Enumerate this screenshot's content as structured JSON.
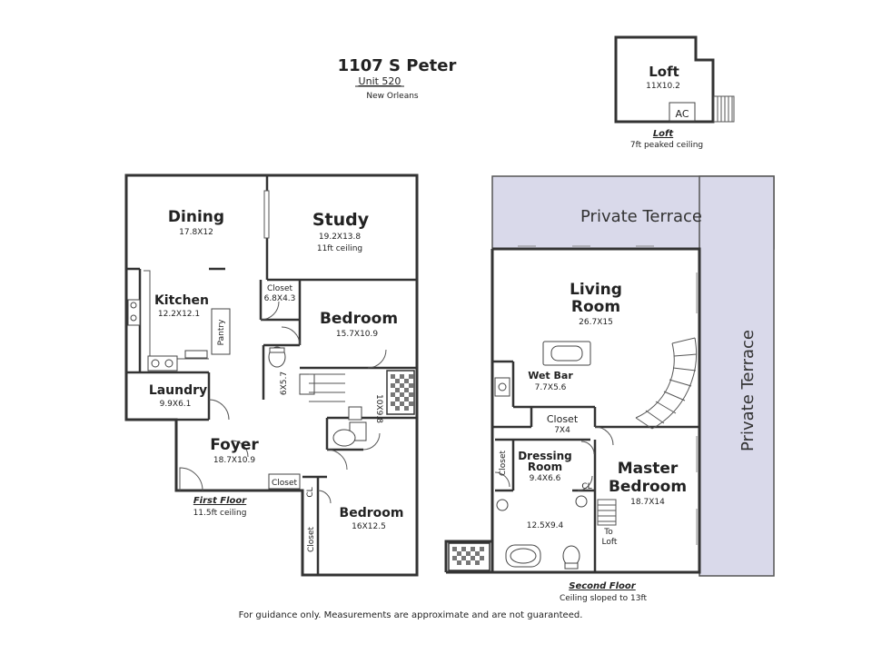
{
  "header": {
    "address": "1107 S Peter",
    "unit": "Unit 520",
    "city": "New Orleans"
  },
  "loft": {
    "name": "Loft",
    "dims": "11X10.2",
    "ac": "AC",
    "caption": "Loft",
    "ceiling": "7ft peaked ceiling"
  },
  "first_floor": {
    "caption": "First Floor",
    "ceiling": "11.5ft ceiling",
    "rooms": {
      "dining": {
        "name": "Dining",
        "dims": "17.8X12"
      },
      "study": {
        "name": "Study",
        "dims": "19.2X13.8",
        "note": "11ft ceiling"
      },
      "closet_a": {
        "name": "Closet",
        "dims": "6.8X4.3"
      },
      "kitchen": {
        "name": "Kitchen",
        "dims": "12.2X12.1"
      },
      "pantry": {
        "name": "Pantry"
      },
      "bedroom_a": {
        "name": "Bedroom",
        "dims": "15.7X10.9"
      },
      "laundry": {
        "name": "Laundry",
        "dims": "9.9X6.1"
      },
      "hall_a": {
        "dims": "6X5.7"
      },
      "hall_b": {
        "dims": "10X9.8"
      },
      "foyer": {
        "name": "Foyer",
        "dims": "18.7X10.9"
      },
      "closet_b": {
        "name": "Closet"
      },
      "cl_a": {
        "name": "CL"
      },
      "closet_c": {
        "name": "Closet"
      },
      "bedroom_b": {
        "name": "Bedroom",
        "dims": "16X12.5"
      }
    }
  },
  "second_floor": {
    "caption": "Second Floor",
    "ceiling": "Ceiling sloped to 13ft",
    "terrace_top": "Private Terrace",
    "terrace_side": "Private Terrace",
    "rooms": {
      "living": {
        "name_1": "Living",
        "name_2": "Room",
        "dims": "26.7X15"
      },
      "wetbar": {
        "name": "Wet Bar",
        "dims": "7.7X5.6"
      },
      "closet": {
        "name": "Closet",
        "dims": "7X4"
      },
      "dressing": {
        "name_1": "Dressing",
        "name_2": "Room",
        "dims": "9.4X6.6"
      },
      "closet_side": {
        "name": "Closet"
      },
      "cl": {
        "name": "CL"
      },
      "bath": {
        "dims": "12.5X9.4"
      },
      "master": {
        "name_1": "Master",
        "name_2": "Bedroom",
        "dims": "18.7X14"
      },
      "to_loft": {
        "line_1": "To",
        "line_2": "Loft"
      }
    }
  },
  "disclaimer": "For guidance only. Measurements are approximate and are not guaranteed."
}
